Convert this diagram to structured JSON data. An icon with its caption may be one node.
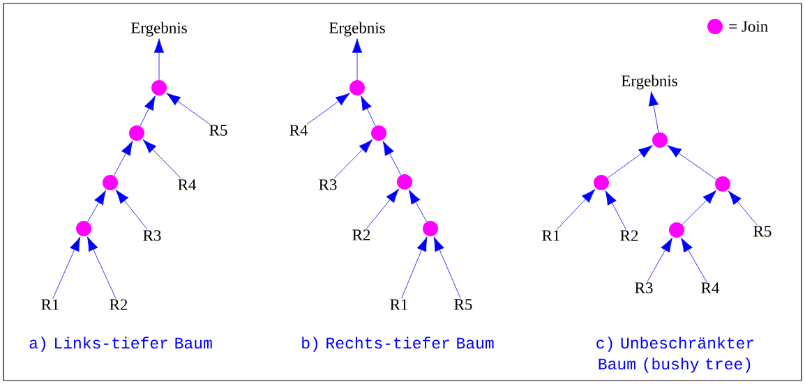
{
  "diagram": {
    "nodes": [
      {
        "text": [
          "Ergebnis"
        ]
      },
      {
        "text": [],
        "shape": "circle"
      },
      {
        "text": [],
        "shape": "circle"
      },
      {
        "text": [],
        "shape": "circle"
      },
      {
        "text": [],
        "shape": "circle"
      },
      {
        "text": [
          "R5"
        ]
      },
      {
        "text": [
          "R4"
        ]
      },
      {
        "text": [
          "R3"
        ]
      },
      {
        "text": [
          "R1"
        ]
      },
      {
        "text": [
          "R2"
        ]
      },
      {
        "text": [
          "Ergebnis"
        ]
      },
      {
        "text": [],
        "shape": "circle"
      },
      {
        "text": [],
        "shape": "circle"
      },
      {
        "text": [],
        "shape": "circle"
      },
      {
        "text": [],
        "shape": "circle"
      },
      {
        "text": [
          "R4"
        ]
      },
      {
        "text": [
          "R3"
        ]
      },
      {
        "text": [
          "R2"
        ]
      },
      {
        "text": [
          "R1"
        ]
      },
      {
        "text": [
          "R5"
        ]
      },
      {
        "text": [
          "Ergebnis"
        ]
      },
      {
        "text": [],
        "shape": "circle"
      },
      {
        "text": [],
        "shape": "circle"
      },
      {
        "text": [],
        "shape": "circle"
      },
      {
        "text": [],
        "shape": "circle"
      },
      {
        "text": [
          "R1"
        ]
      },
      {
        "text": [
          "R2"
        ]
      },
      {
        "text": [
          "R5"
        ]
      },
      {
        "text": [
          "R3"
        ]
      },
      {
        "text": [
          "R4"
        ]
      }
    ],
    "edges": [
      {
        "from": 1,
        "to": 0,
        "arrow": "to"
      },
      {
        "from": 2,
        "to": 1,
        "arrow": "to"
      },
      {
        "from": 5,
        "to": 1,
        "arrow": "to"
      },
      {
        "from": 3,
        "to": 2,
        "arrow": "to"
      },
      {
        "from": 6,
        "to": 2,
        "arrow": "to"
      },
      {
        "from": 4,
        "to": 3,
        "arrow": "to"
      },
      {
        "from": 7,
        "to": 3,
        "arrow": "to"
      },
      {
        "from": 8,
        "to": 4,
        "arrow": "to"
      },
      {
        "from": 9,
        "to": 4,
        "arrow": "to"
      },
      {
        "from": 11,
        "to": 10,
        "arrow": "to"
      },
      {
        "from": 15,
        "to": 11,
        "arrow": "to"
      },
      {
        "from": 12,
        "to": 11,
        "arrow": "to"
      },
      {
        "from": 16,
        "to": 12,
        "arrow": "to"
      },
      {
        "from": 13,
        "to": 12,
        "arrow": "to"
      },
      {
        "from": 17,
        "to": 13,
        "arrow": "to"
      },
      {
        "from": 14,
        "to": 13,
        "arrow": "to"
      },
      {
        "from": 18,
        "to": 14,
        "arrow": "to"
      },
      {
        "from": 19,
        "to": 14,
        "arrow": "to"
      },
      {
        "from": 21,
        "to": 20,
        "arrow": "to"
      },
      {
        "from": 22,
        "to": 21,
        "arrow": "to"
      },
      {
        "from": 23,
        "to": 21,
        "arrow": "to"
      },
      {
        "from": 25,
        "to": 22,
        "arrow": "to"
      },
      {
        "from": 26,
        "to": 22,
        "arrow": "to"
      },
      {
        "from": 24,
        "to": 23,
        "arrow": "to"
      },
      {
        "from": 27,
        "to": 23,
        "arrow": "to"
      },
      {
        "from": 28,
        "to": 24,
        "arrow": "to"
      },
      {
        "from": 29,
        "to": 24,
        "arrow": "to"
      }
    ],
    "labels": [
      "a) Links-tiefer Baum",
      "b) Rechts-tiefer Baum",
      "c) Unbeschränkter Baum (bushy tree)"
    ],
    "legend": [
      {
        "text": "= Join",
        "color": "#ff00ff"
      }
    ]
  }
}
